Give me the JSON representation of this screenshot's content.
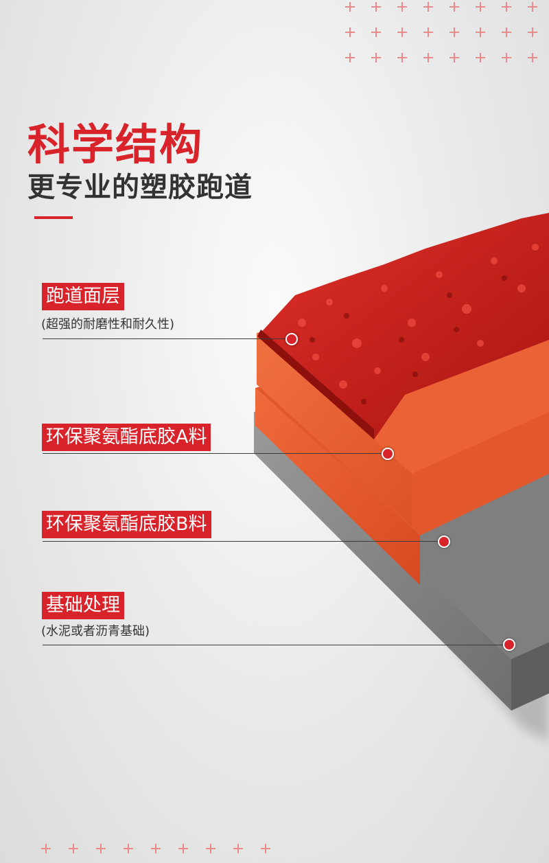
{
  "header": {
    "title": "科学结构",
    "subtitle": "更专业的塑胶跑道"
  },
  "layers": [
    {
      "label": "跑道面层",
      "note": "(超强的耐磨性和耐久性)"
    },
    {
      "label": "环保聚氨酯底胶A料",
      "note": ""
    },
    {
      "label": "环保聚氨酯底胶B料",
      "note": ""
    },
    {
      "label": "基础处理",
      "note": "(水泥或者沥青基础)"
    }
  ],
  "colors": {
    "accent": "#d8232a",
    "plus": "#ea8a8a",
    "surface": "#c8211e",
    "base_a": "#e55a2c",
    "base_b": "#e04d25",
    "concrete": "#8a8a8a"
  },
  "icons": [
    "plus-icon",
    "marker-dot-icon"
  ]
}
